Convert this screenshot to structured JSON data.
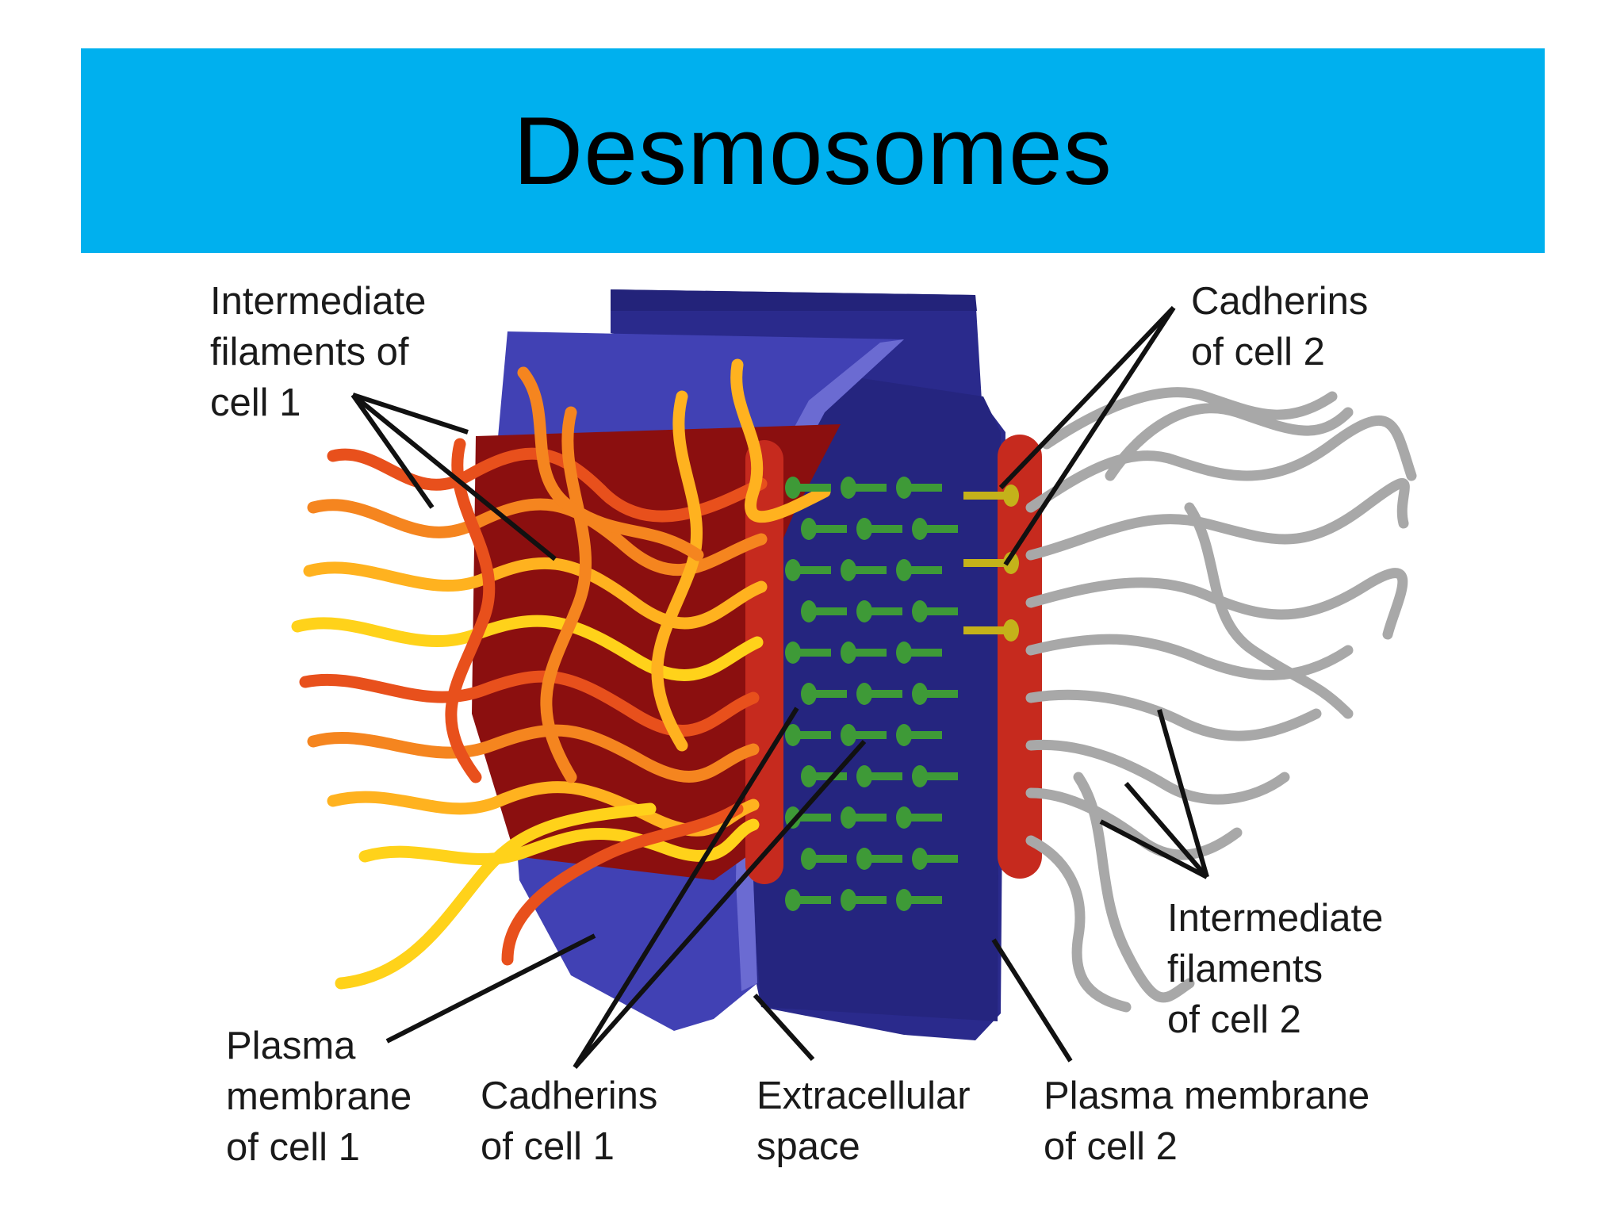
{
  "slide": {
    "title": "Desmosomes",
    "title_bar_color": "#00b0ee"
  },
  "colors": {
    "cell1_membrane": "#4141b4",
    "cell1_membrane_edge": "#6b6bd2",
    "cell2_membrane": "#2a2a8c",
    "cell2_membrane_top": "#23237a",
    "extracellular": "#25257f",
    "cell1_plaque": "#8b0f0f",
    "dense_plaque": "#c62a1e",
    "filaments_cell1": [
      "#e8501c",
      "#f5851f",
      "#ffb21f",
      "#ffd21a"
    ],
    "filaments_cell2": "#a8a8a8",
    "cadherins_cell1": "#3e9a37",
    "cadherins_cell2": "#c4b21a",
    "leader_lines": "#111111"
  },
  "labels": {
    "if_cell1": [
      "Intermediate",
      "filaments of",
      "cell 1"
    ],
    "cad_cell2": [
      "Cadherins",
      "of cell 2"
    ],
    "if_cell2": [
      "Intermediate",
      "filaments",
      "of cell 2"
    ],
    "pm_cell1": [
      "Plasma",
      "membrane",
      "of cell 1"
    ],
    "cad_cell1": [
      "Cadherins",
      "of cell 1"
    ],
    "extracellular": [
      "Extracellular",
      "space"
    ],
    "pm_cell2": [
      "Plasma membrane",
      "of cell 2"
    ]
  }
}
